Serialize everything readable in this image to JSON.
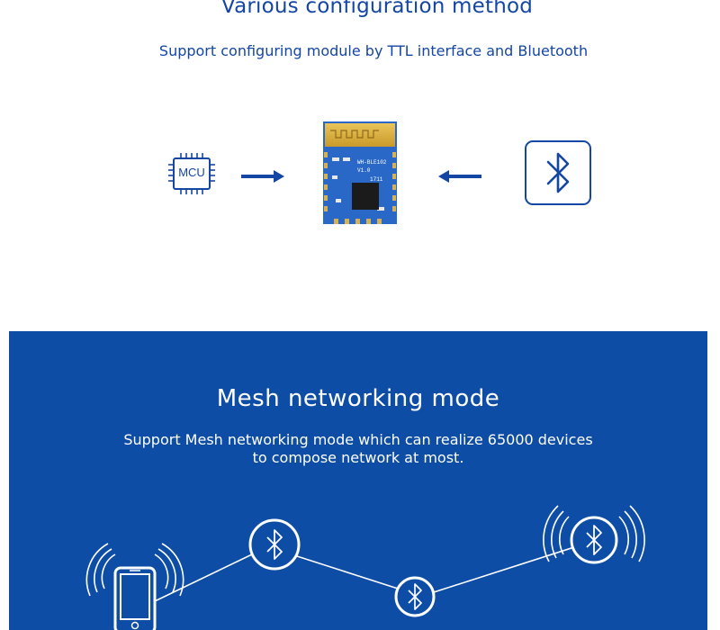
{
  "config": {
    "title": "Various configuration method",
    "subtitle": "Support configuring module by TTL interface and Bluetooth",
    "mcu_label": "MCU",
    "module_markings": [
      "WH-BLE102",
      "V1.0",
      "1711"
    ],
    "icons": [
      "mcu-chip-icon",
      "arrow-right-icon",
      "ble-module-image",
      "arrow-left-icon",
      "bluetooth-icon"
    ],
    "accent_color": "#1446a3"
  },
  "mesh": {
    "title": "Mesh networking mode",
    "description_line1": "Support Mesh networking mode which can realize 65000 devices",
    "description_line2": "to compose network at most.",
    "background_color": "#0d4da5",
    "icons": [
      "smartphone-icon",
      "bluetooth-node-icon",
      "signal-waves-icon"
    ]
  }
}
